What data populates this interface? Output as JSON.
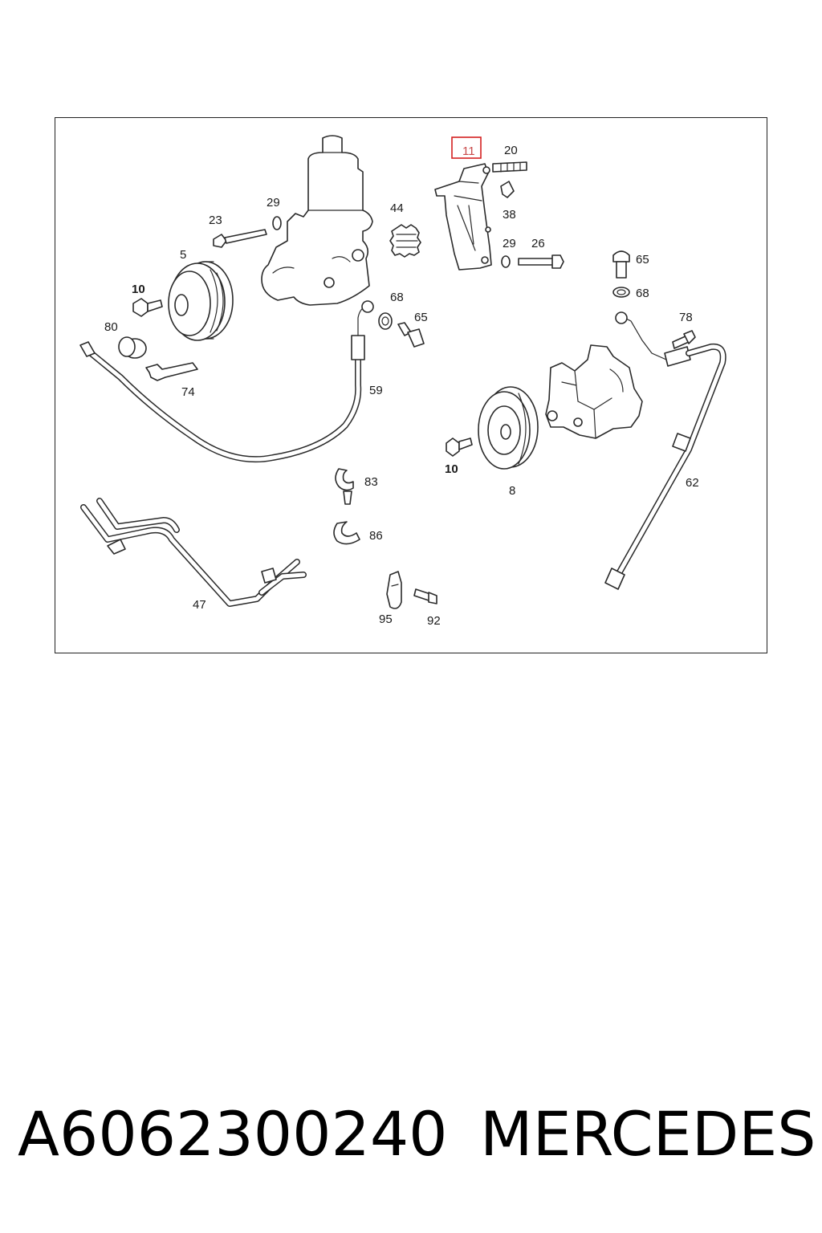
{
  "diagram": {
    "highlighted_part": "11",
    "callouts": {
      "c11": "11",
      "c20": "20",
      "c38": "38",
      "c29a": "29",
      "c26": "26",
      "c29b": "29",
      "c23": "23",
      "c44": "44",
      "c5": "5",
      "c10a": "10",
      "c80": "80",
      "c74": "74",
      "c68a": "68",
      "c65a": "65",
      "c59": "59",
      "c65b": "65",
      "c68b": "68",
      "c78": "78",
      "c8": "8",
      "c10b": "10",
      "c62": "62",
      "c83": "83",
      "c86": "86",
      "c47": "47",
      "c95": "95",
      "c92": "92"
    }
  },
  "footer": {
    "part_number": "A6062300240",
    "brand": "MERCEDES"
  },
  "colors": {
    "highlight": "#d42020",
    "line": "#2a2a2a"
  }
}
